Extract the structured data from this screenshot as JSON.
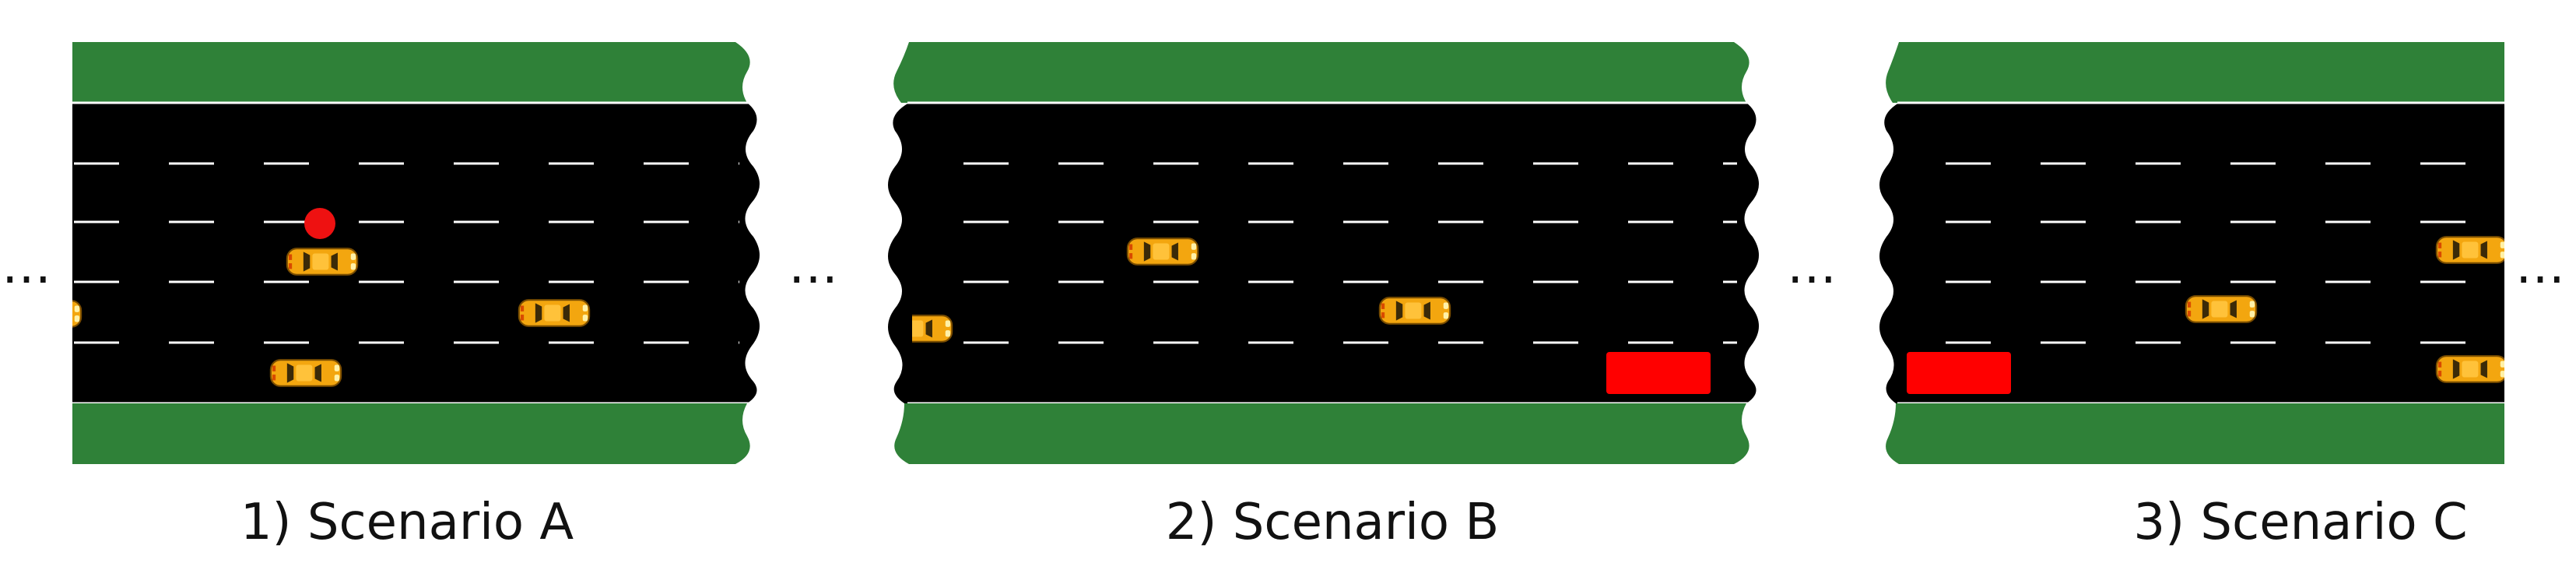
{
  "colors": {
    "grass": "#2f8138",
    "road": "#000000",
    "lane_marking": "#ffffff",
    "car_body": "#f3a60f",
    "car_glass": "#3b2a08",
    "obstacle": "#ff0000",
    "pedestrian": "#ee1111"
  },
  "ellipsis": "…",
  "scenarios": [
    {
      "caption": "1) Scenario A",
      "cars": [
        "car",
        "car",
        "car",
        "car"
      ],
      "pedestrian": "red-dot",
      "obstacle": null
    },
    {
      "caption": "2) Scenario B",
      "cars": [
        "car",
        "car",
        "car"
      ],
      "pedestrian": null,
      "obstacle": "red-block"
    },
    {
      "caption": "3) Scenario C",
      "cars": [
        "car",
        "car",
        "car"
      ],
      "pedestrian": null,
      "obstacle": "red-block"
    }
  ]
}
